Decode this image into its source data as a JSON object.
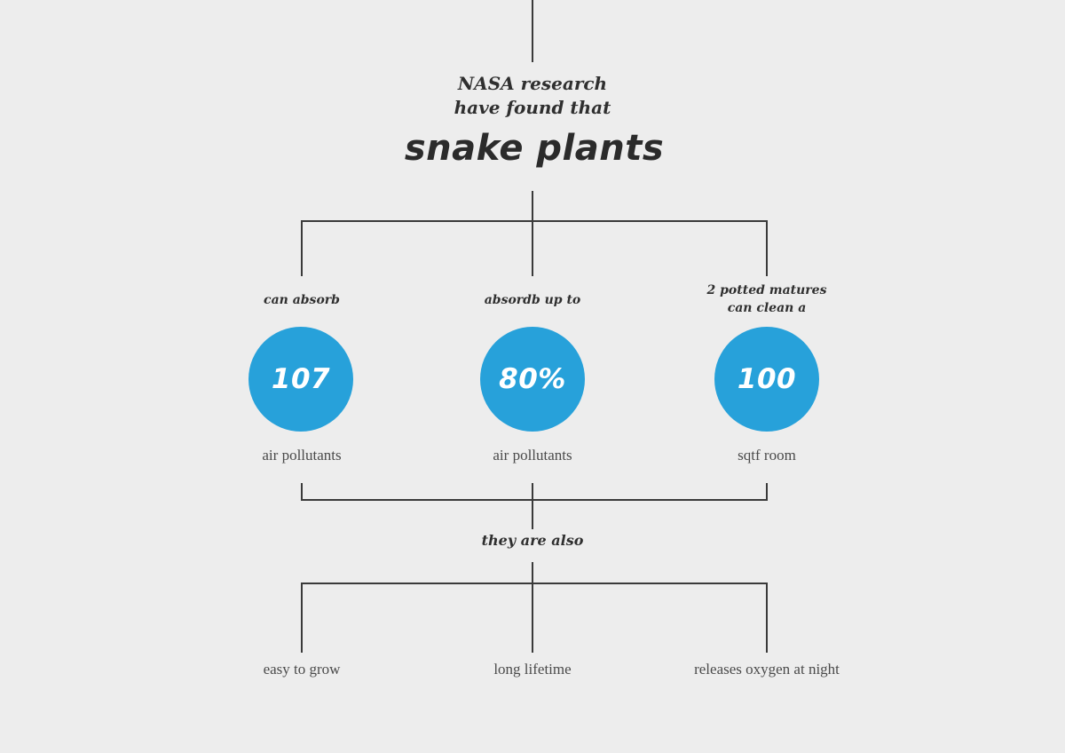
{
  "intro": [
    "NASA research",
    "have found that"
  ],
  "headline": "snake plants",
  "facts": [
    {
      "lead": [
        "can absorb"
      ],
      "value": "107",
      "unit": "air pollutants"
    },
    {
      "lead": [
        "absordb up to"
      ],
      "value": "80%",
      "unit": "air pollutants"
    },
    {
      "lead": [
        "2 potted matures",
        "can clean a"
      ],
      "value": "100",
      "unit": "sqtf room"
    }
  ],
  "also_label": "they are also",
  "traits": [
    "easy to grow",
    "long lifetime",
    "releases oxygen at night"
  ],
  "colors": {
    "background": "#ededed",
    "circle": "#27a1da",
    "line": "#3a3a3a",
    "text": "#333333"
  }
}
